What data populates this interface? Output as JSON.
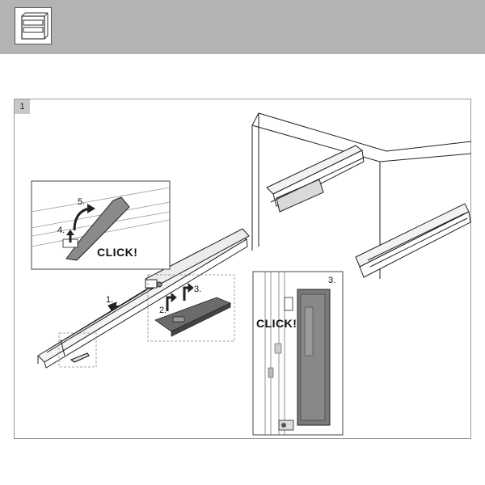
{
  "step_number": "1",
  "labels": {
    "step1": "1.",
    "step2": "2.",
    "step3": "3.",
    "step4": "4.",
    "step5": "5.",
    "detail_step3": "3.",
    "click_top": "CLICK!",
    "click_detail": "CLICK!"
  },
  "icons": {
    "header": "drawer-icon"
  }
}
